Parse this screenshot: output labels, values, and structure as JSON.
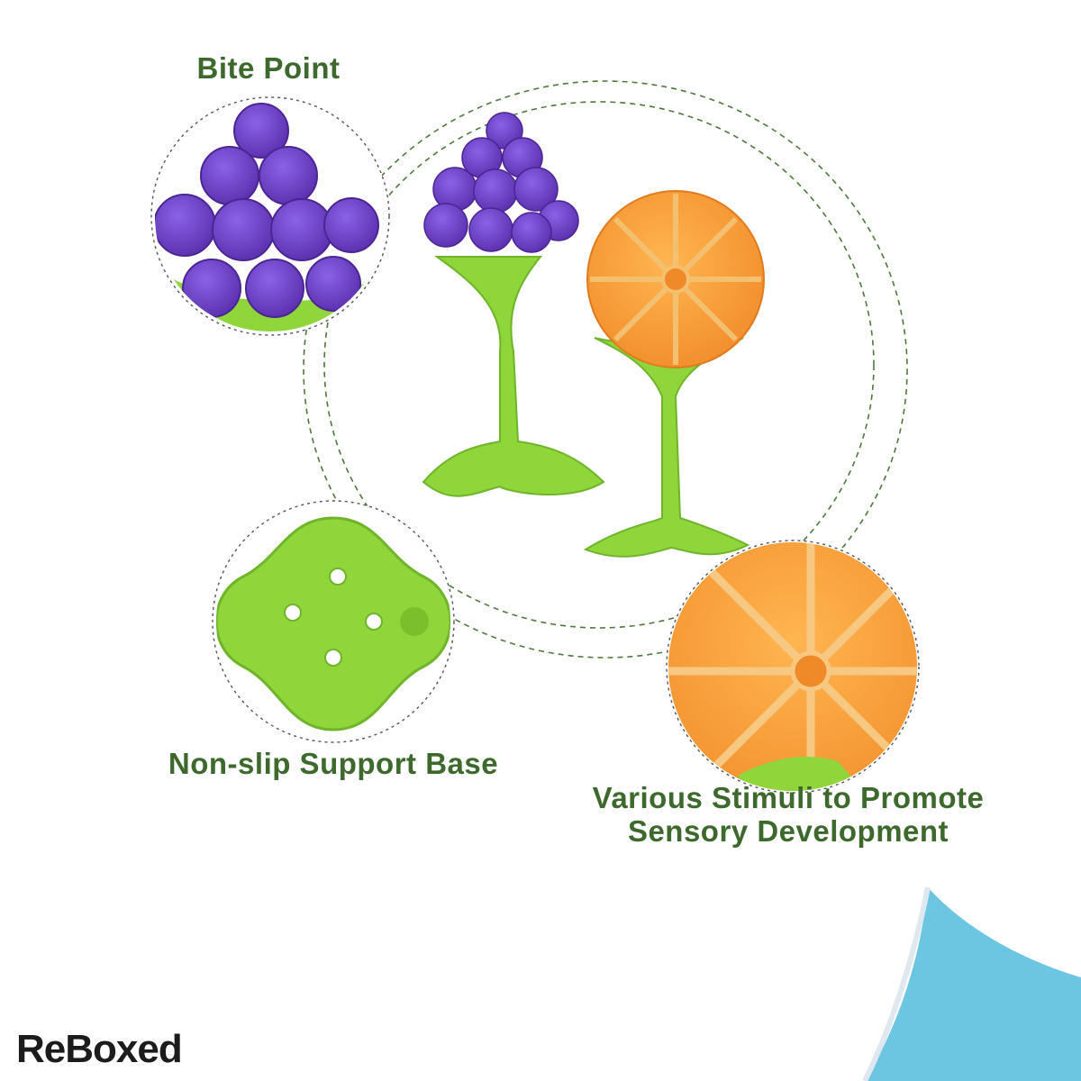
{
  "labels": {
    "bite_point": "Bite Point",
    "support_base": "Non-slip Support Base",
    "stimuli_line1": "Various Stimuli to Promote",
    "stimuli_line2": "Sensory Development"
  },
  "brand": {
    "logo_text": "ReBoxed"
  },
  "colors": {
    "label_green": "#3d6a2c",
    "grape_purple": "#6a3fc4",
    "stem_green": "#8ed63a",
    "orange": "#f6a23d",
    "corner_blue": "#6cc6e2"
  }
}
